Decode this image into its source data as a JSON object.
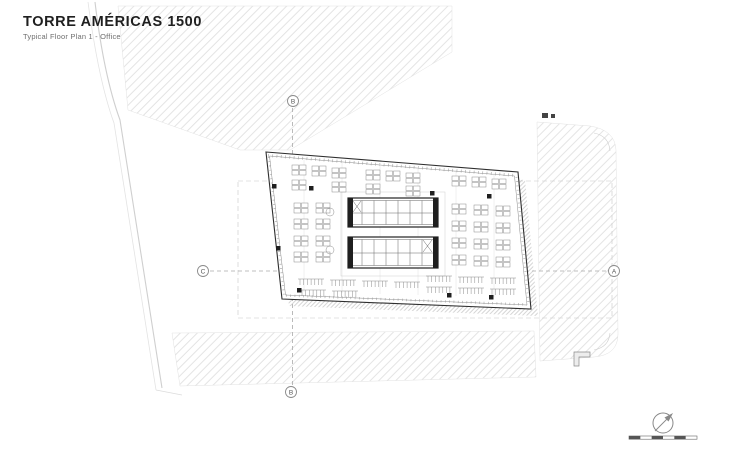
{
  "header": {
    "title": "TORRE AMÉRICAS 1500",
    "subtitle": "Typical Floor Plan 1 - Office"
  },
  "grid_markers": {
    "top": "B",
    "left": "C",
    "right": "A",
    "bottom": "B"
  },
  "drawing": {
    "type": "architectural-floor-plan",
    "building": "office tower typical floor",
    "elements": [
      "site hatch paving",
      "building outline",
      "elevator cores",
      "workstation furniture",
      "column grid",
      "grid axis dashed lines"
    ]
  },
  "icons": {
    "north_arrow": "north-arrow-icon",
    "scale_bar": "graphic-scale-bar"
  },
  "colors": {
    "outline": "#2e2e2e",
    "hatch": "#d8d8d8",
    "shadow_hatch": "#b9b9b9",
    "dashed": "#aaaaaa",
    "dark_fill": "#1f1f1f",
    "furniture": "#8a8a8a"
  }
}
